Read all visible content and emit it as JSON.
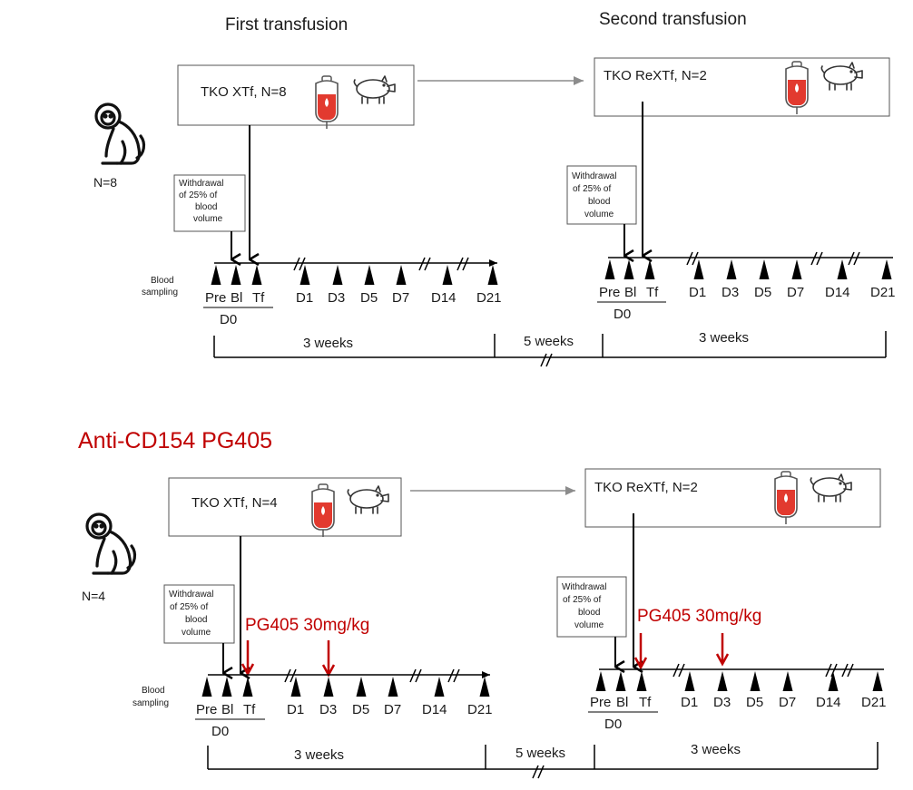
{
  "headings": {
    "first": "First transfusion",
    "second": "Second transfusion"
  },
  "treatment_title": "Anti-CD154 PG405",
  "colors": {
    "accent_red": "#c00000",
    "line": "#000000",
    "connector": "#8c8c8c"
  },
  "icons": [
    "monkey-icon",
    "blood-bag-icon",
    "pig-icon"
  ],
  "top": {
    "n_label": "N=8",
    "box_first": "TKO XTf, N=8",
    "box_second": "TKO ReXTf, N=2",
    "withdrawal": [
      "Withdrawal",
      "of  25% of",
      "blood",
      "volume"
    ],
    "blood_sampling": [
      "Blood",
      "sampling"
    ],
    "labels": [
      "Pre",
      "Bl",
      "Tf",
      "D1",
      "D3",
      "D5",
      "D7",
      "D14",
      "D21"
    ],
    "d0": "D0",
    "week_labels": [
      "3 weeks",
      "5 weeks",
      "3 weeks"
    ]
  },
  "bottom": {
    "n_label": "N=4",
    "box_first": "TKO XTf, N=4",
    "box_second": "TKO ReXTf, N=2",
    "withdrawal": [
      "Withdrawal",
      "of  25% of",
      "blood",
      "volume"
    ],
    "blood_sampling": [
      "Blood",
      "sampling"
    ],
    "labels": [
      "Pre",
      "Bl",
      "Tf",
      "D1",
      "D3",
      "D5",
      "D7",
      "D14",
      "D21"
    ],
    "d0": "D0",
    "dose_label": "PG405 30mg/kg",
    "week_labels": [
      "3 weeks",
      "5 weeks",
      "3 weeks"
    ]
  }
}
